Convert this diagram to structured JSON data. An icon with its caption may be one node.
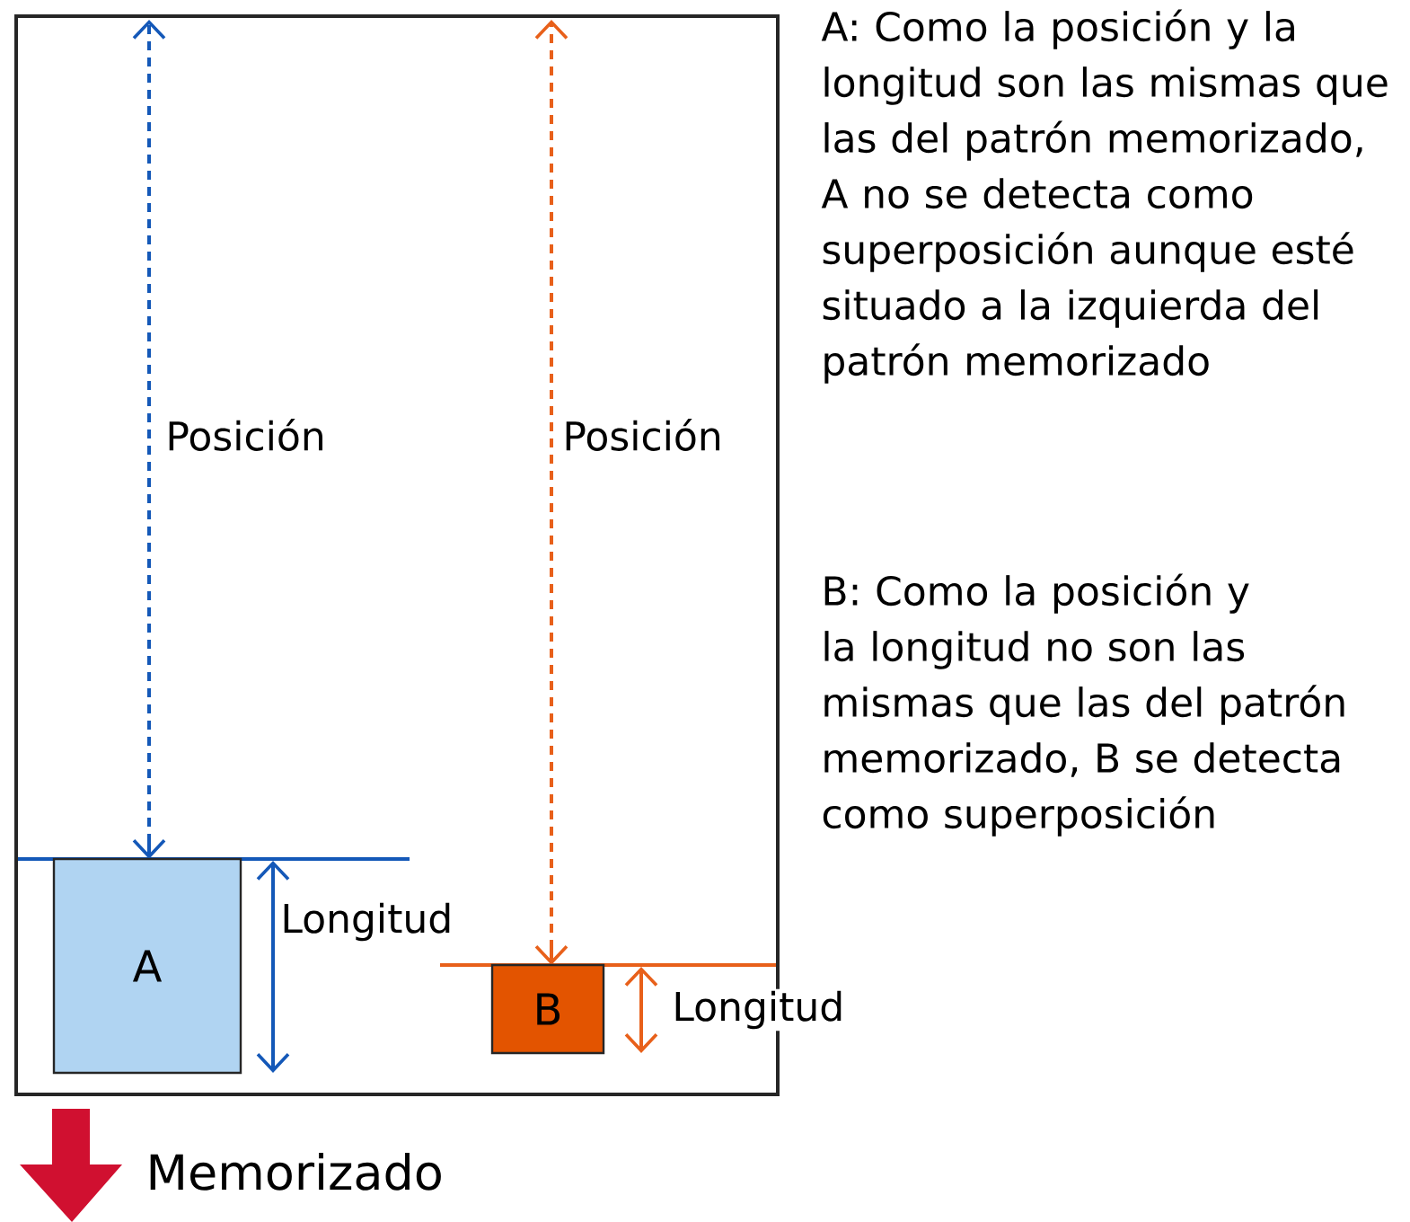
{
  "diagram": {
    "nodes": [
      {
        "text": [],
        "shape": "box"
      },
      {
        "text": [
          "A"
        ],
        "in": 0
      },
      {
        "text": [
          "B"
        ],
        "in": 0
      }
    ],
    "labels": [
      "Posición",
      "Posición",
      "A: Como la posición y la longitud son las mismas que las del patrón memorizado, A no se detecta como superposición aunque esté situado a la izquierda del patrón memorizado",
      "B: Como la posición y la longitud no son las mismas que las del patrón memorizado, B se detecta como superposición",
      "Longitud",
      "Longitud",
      "Memorizado"
    ]
  }
}
